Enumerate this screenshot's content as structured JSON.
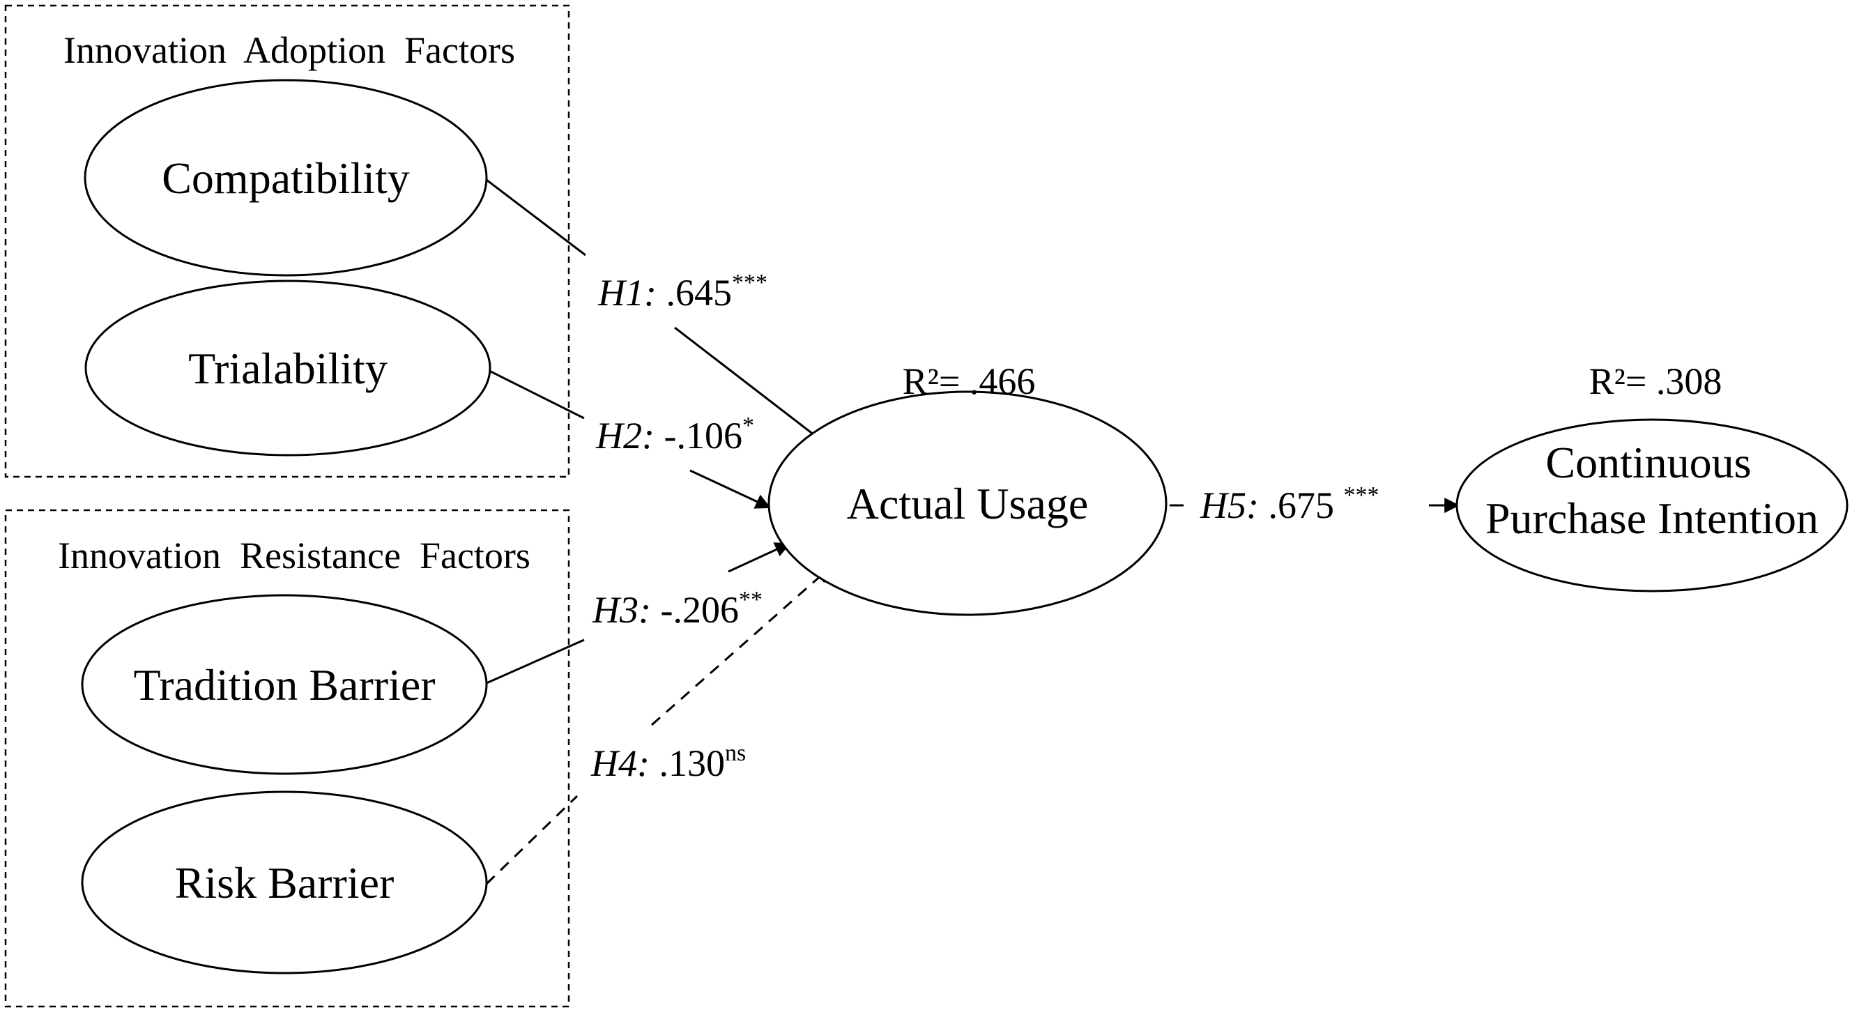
{
  "groups": {
    "adoption": "Innovation  Adoption  Factors",
    "resistance": "Innovation  Resistance  Factors"
  },
  "nodes": {
    "compatibility": "Compatibility",
    "trialability": "Trialability",
    "tradition_barrier": "Tradition Barrier",
    "risk_barrier": "Risk Barrier",
    "actual_usage": "Actual Usage",
    "continuous_line1": "Continuous",
    "continuous_line2": "Purchase Intention"
  },
  "r_squared": {
    "actual_usage": "R²= .466",
    "continuous": "R²= .308"
  },
  "paths": {
    "h1": {
      "name": "H1:",
      "value": " .645",
      "sig": "***"
    },
    "h2": {
      "name": "H2:",
      "value": " -.106",
      "sig": "*"
    },
    "h3": {
      "name": "H3:",
      "value": " -.206",
      "sig": "**"
    },
    "h4": {
      "name": "H4:",
      "value": " .130",
      "sig": "ns"
    },
    "h5": {
      "name": "H5:",
      "value": " .675 ",
      "sig": "***"
    }
  }
}
